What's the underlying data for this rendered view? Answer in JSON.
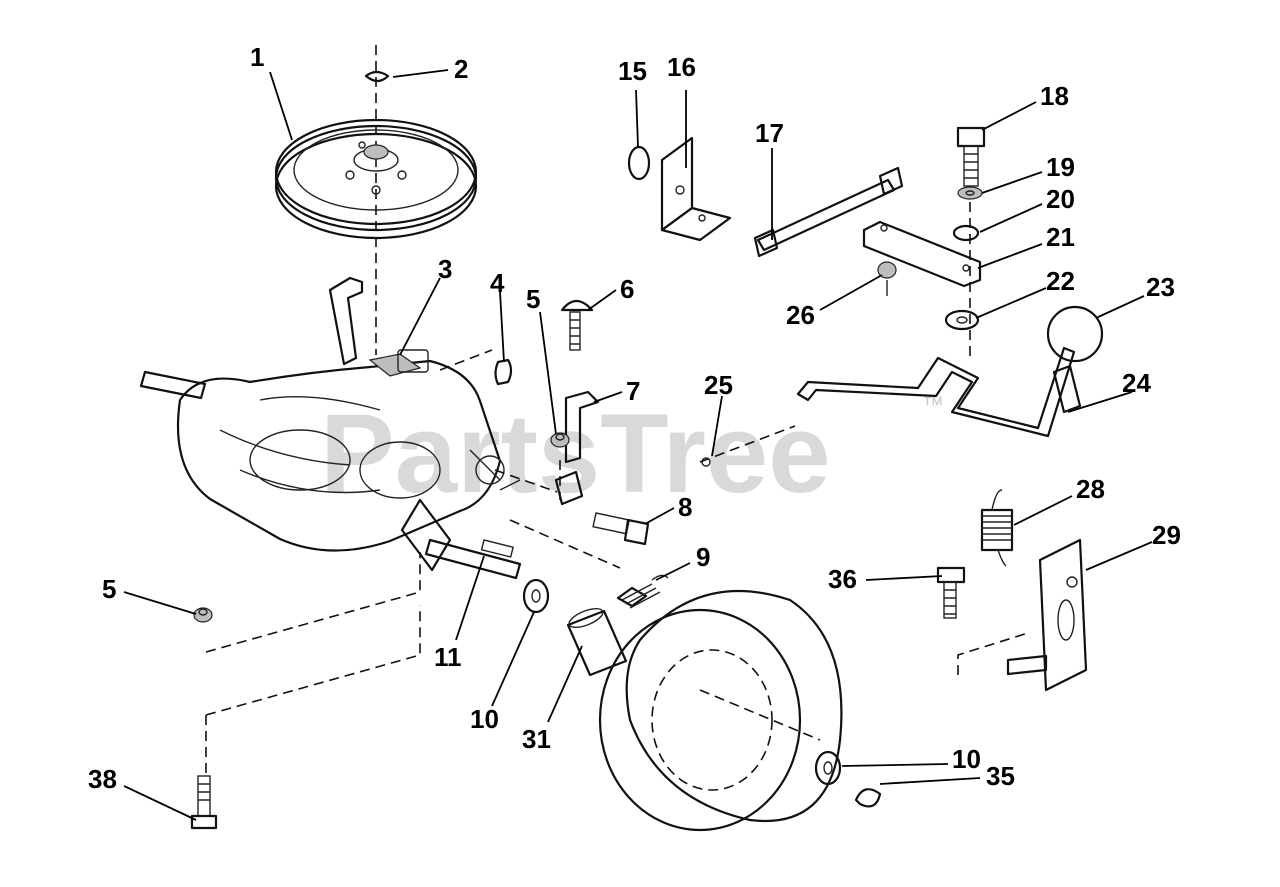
{
  "watermark": {
    "text": "PartsTree",
    "mark": "™"
  },
  "callouts": [
    {
      "id": "1",
      "label": "1"
    },
    {
      "id": "2",
      "label": "2"
    },
    {
      "id": "3",
      "label": "3"
    },
    {
      "id": "4",
      "label": "4"
    },
    {
      "id": "5a",
      "label": "5"
    },
    {
      "id": "6",
      "label": "6"
    },
    {
      "id": "7",
      "label": "7"
    },
    {
      "id": "8",
      "label": "8"
    },
    {
      "id": "9",
      "label": "9"
    },
    {
      "id": "5b",
      "label": "5"
    },
    {
      "id": "11",
      "label": "11"
    },
    {
      "id": "10a",
      "label": "10"
    },
    {
      "id": "31",
      "label": "31"
    },
    {
      "id": "38",
      "label": "38"
    },
    {
      "id": "15",
      "label": "15"
    },
    {
      "id": "16",
      "label": "16"
    },
    {
      "id": "17",
      "label": "17"
    },
    {
      "id": "18",
      "label": "18"
    },
    {
      "id": "19",
      "label": "19"
    },
    {
      "id": "20",
      "label": "20"
    },
    {
      "id": "21",
      "label": "21"
    },
    {
      "id": "22",
      "label": "22"
    },
    {
      "id": "23",
      "label": "23"
    },
    {
      "id": "26",
      "label": "26"
    },
    {
      "id": "25",
      "label": "25"
    },
    {
      "id": "24",
      "label": "24"
    },
    {
      "id": "28",
      "label": "28"
    },
    {
      "id": "29",
      "label": "29"
    },
    {
      "id": "36",
      "label": "36"
    },
    {
      "id": "10b",
      "label": "10"
    },
    {
      "id": "35",
      "label": "35"
    }
  ]
}
